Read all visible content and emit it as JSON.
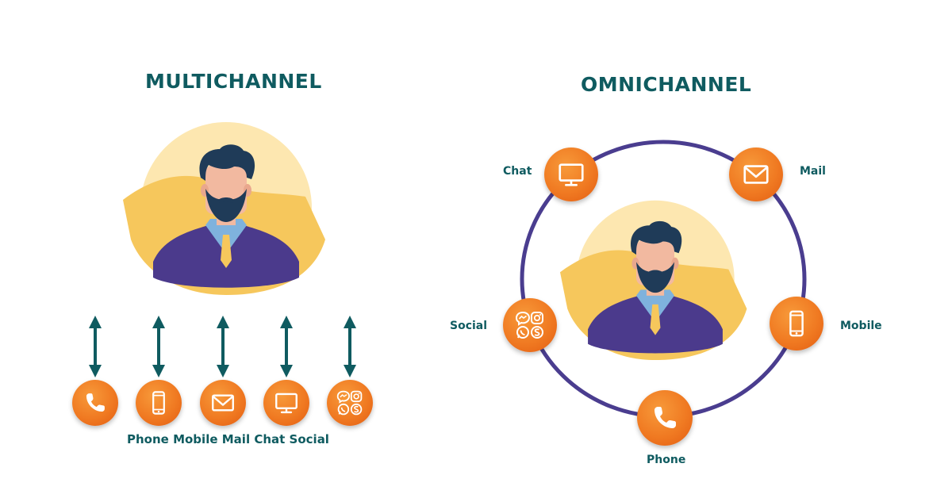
{
  "colors": {
    "teal": "#0f5b60",
    "orange": "#f07a22",
    "purple": "#4a3d8f",
    "yellow": "#f6c75c",
    "pale_yellow": "#fde7b0",
    "hair": "#1f3b58",
    "skin": "#f2b9a0"
  },
  "multichannel": {
    "title": "MULTICHANNEL",
    "channels": [
      {
        "label": "Phone",
        "icon": "phone-icon"
      },
      {
        "label": "Mobile",
        "icon": "mobile-icon"
      },
      {
        "label": "Mail",
        "icon": "mail-icon"
      },
      {
        "label": "Chat",
        "icon": "chat-monitor-icon"
      },
      {
        "label": "Social",
        "icon": "social-apps-icon"
      }
    ]
  },
  "omnichannel": {
    "title": "OMNICHANNEL",
    "channels": {
      "chat": {
        "label": "Chat",
        "icon": "chat-monitor-icon"
      },
      "mail": {
        "label": "Mail",
        "icon": "mail-icon"
      },
      "social": {
        "label": "Social",
        "icon": "social-apps-icon"
      },
      "mobile": {
        "label": "Mobile",
        "icon": "mobile-icon"
      },
      "phone": {
        "label": "Phone",
        "icon": "phone-icon"
      }
    }
  }
}
